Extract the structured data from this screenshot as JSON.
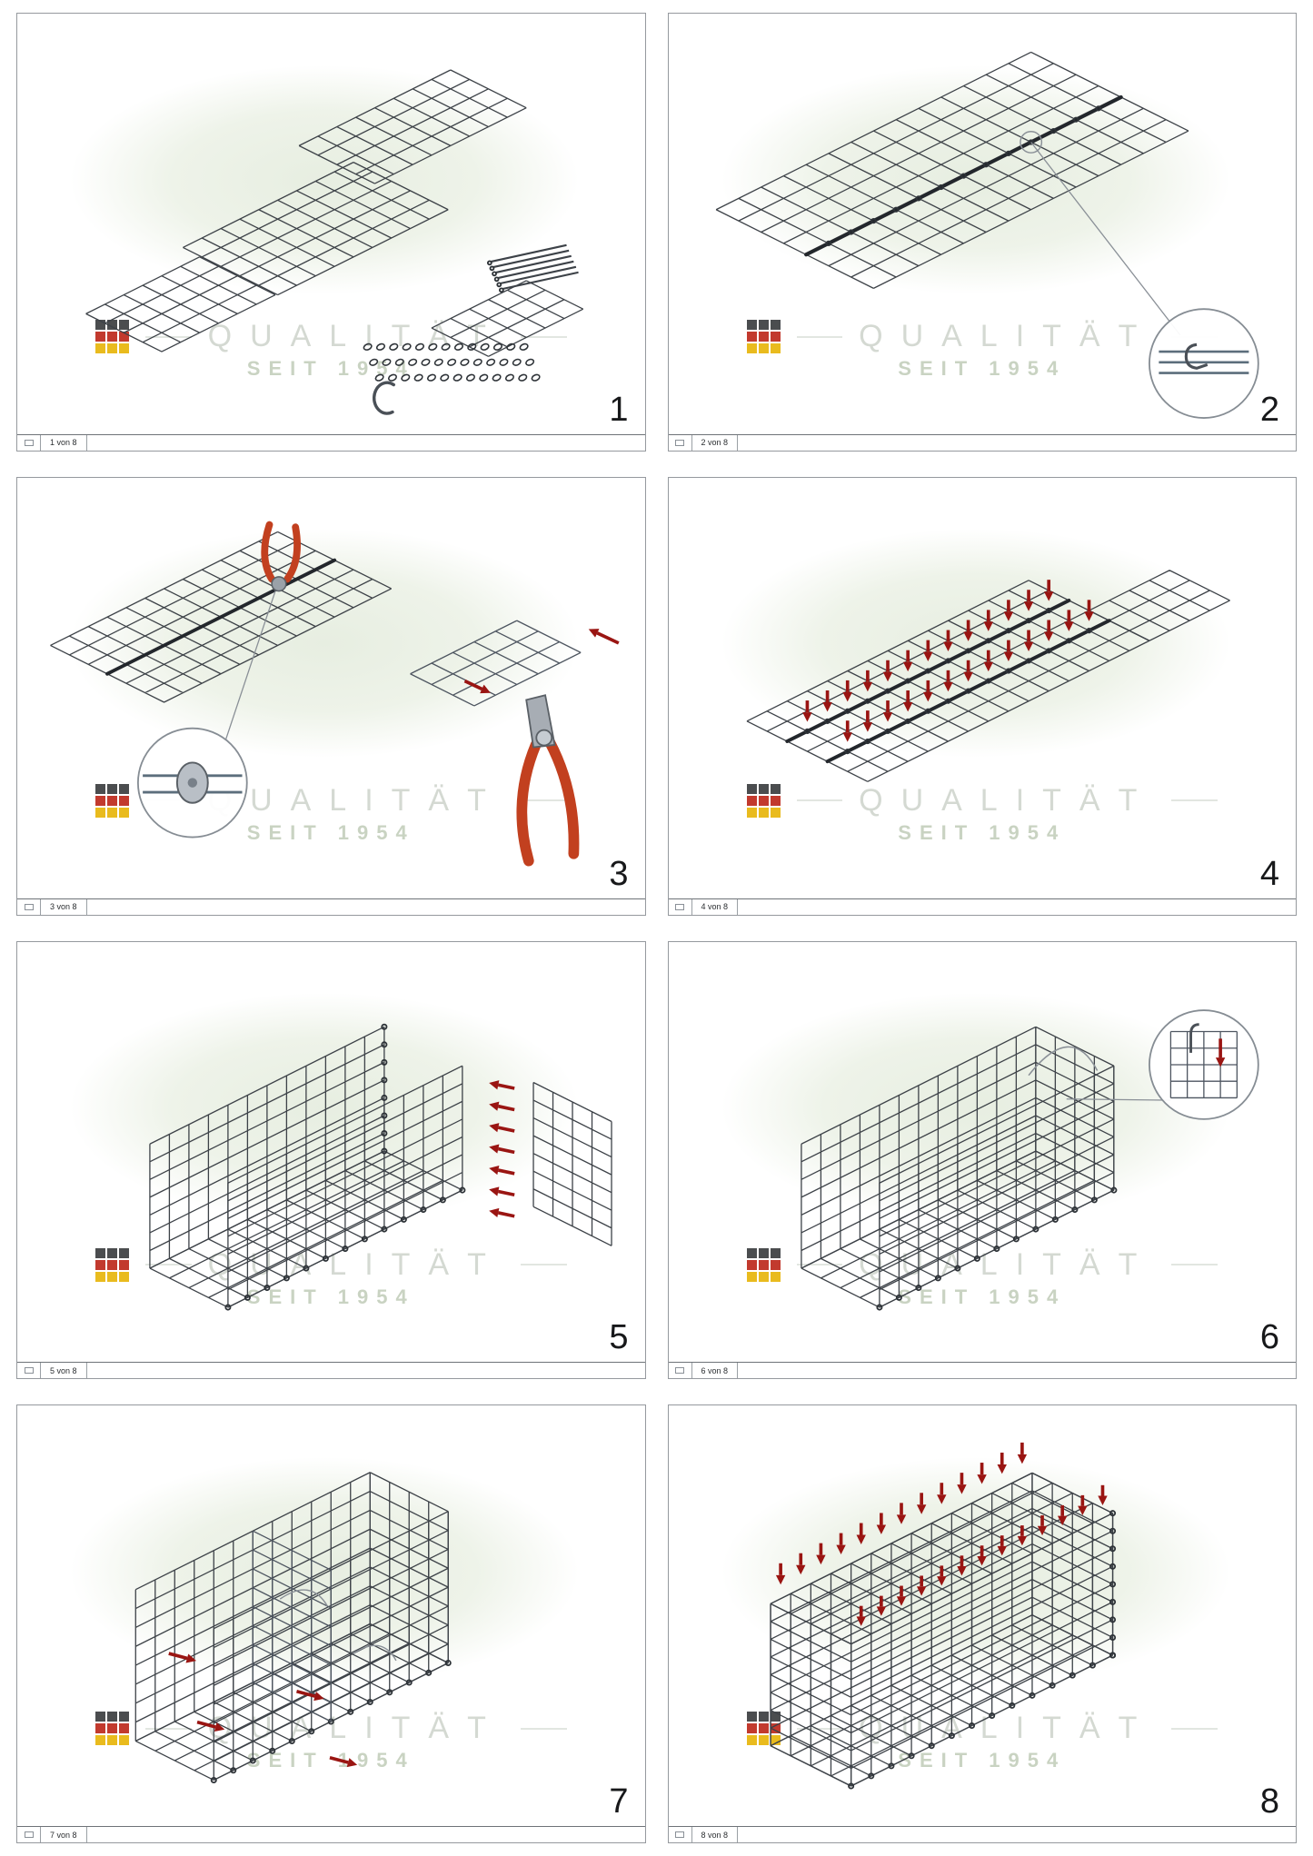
{
  "watermark": {
    "quality_text": "QUALITÄT",
    "since_text": "SEIT 1954"
  },
  "panels": [
    {
      "step": "1",
      "sheet_label": "1 von 8"
    },
    {
      "step": "2",
      "sheet_label": "2 von 8"
    },
    {
      "step": "3",
      "sheet_label": "3 von 8"
    },
    {
      "step": "4",
      "sheet_label": "4 von 8"
    },
    {
      "step": "5",
      "sheet_label": "5 von 8"
    },
    {
      "step": "6",
      "sheet_label": "6 von 8"
    },
    {
      "step": "7",
      "sheet_label": "7 von 8"
    },
    {
      "step": "8",
      "sheet_label": "8 von 8"
    }
  ],
  "colors": {
    "mesh_line": "#3d4248",
    "seam_line": "#23272c",
    "arrow_red": "#9a1512",
    "plier_handle_red": "#c2401f",
    "watermark_green": "#e7eee1",
    "logo_red": "#c23a2e",
    "logo_gold": "#e9bb1e"
  }
}
